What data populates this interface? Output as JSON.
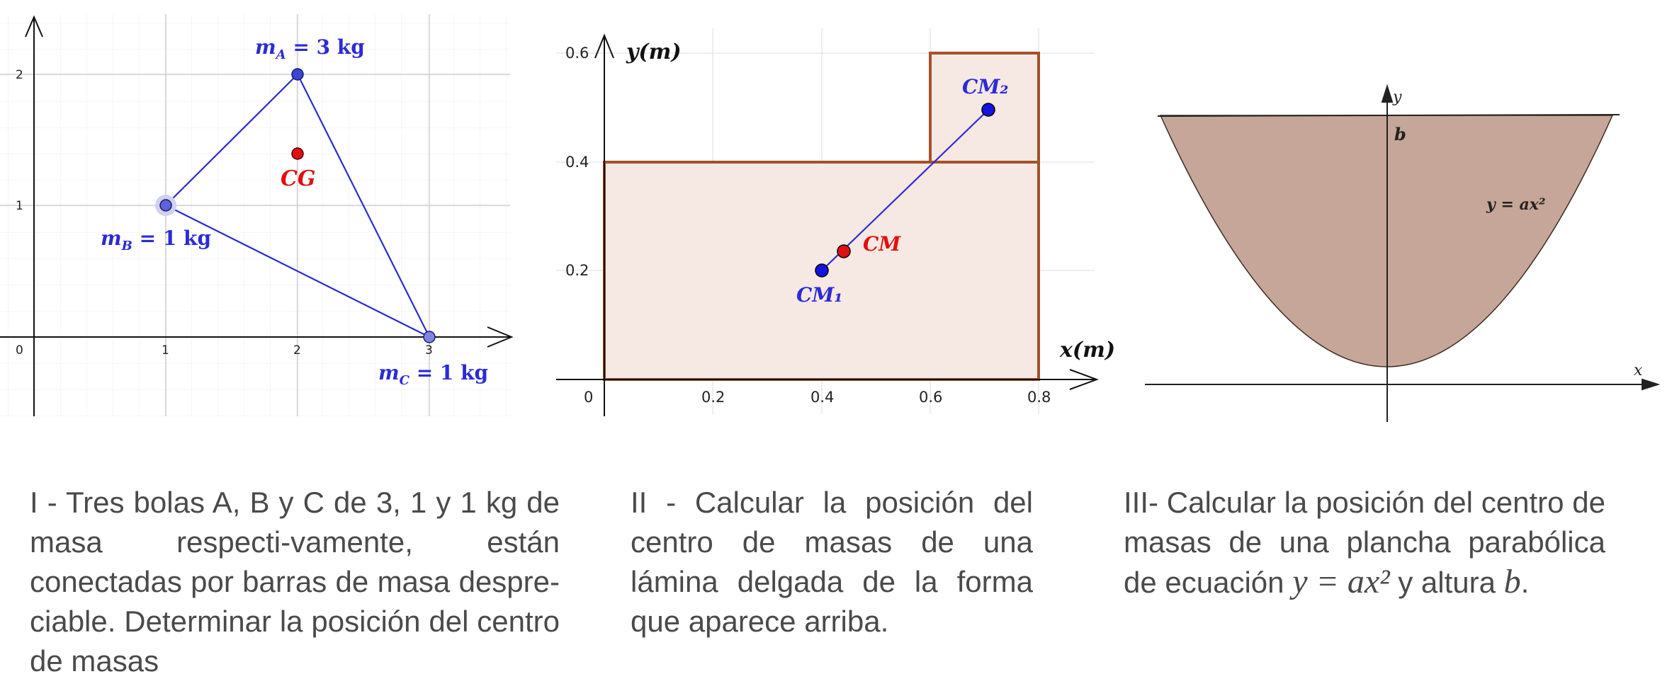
{
  "panel1": {
    "y_ticks": [
      "2",
      "1"
    ],
    "x_ticks": [
      "0",
      "1",
      "2",
      "3"
    ],
    "label_a": "m_A = 3 kg",
    "label_b": "m_B = 1 kg",
    "label_c": "m_C = 1 kg",
    "label_cg": "CG",
    "color_line": "#2b2bd6",
    "color_cg": "#e01010"
  },
  "panel2": {
    "y_axis_label": "y(m)",
    "x_axis_label": "x(m)",
    "y_ticks": [
      "0.6",
      "0.4",
      "0.2"
    ],
    "x_ticks": [
      "0",
      "0.2",
      "0.4",
      "0.6",
      "0.8"
    ],
    "label_cm1": "CM₁",
    "label_cm2": "CM₂",
    "label_cm": "CM",
    "color_outline": "#a3522a",
    "color_fill": "#f6e8e2"
  },
  "panel3": {
    "y_axis_label": "y",
    "x_axis_label": "x",
    "height_label": "b",
    "curve_label": "y = ax²",
    "color_fill": "#c6a698"
  },
  "captions": {
    "c1": "I -  Tres bolas A, B y C de 3, 1 y 1 kg de masa respecti-vamente, están conectadas por barras de masa despre-ciable. Determinar la posición del centro de masas",
    "c2": "II - Calcular la posición del centro de masas de una lámina delgada de la forma que aparece arriba.",
    "c3_before": "III- Calcular la posición del centro de masas de una plancha parabólica de ecuación",
    "c3_eq": "y = ax²",
    "c3_mid": " y altura ",
    "c3_b": "b",
    "c3_end": "."
  }
}
